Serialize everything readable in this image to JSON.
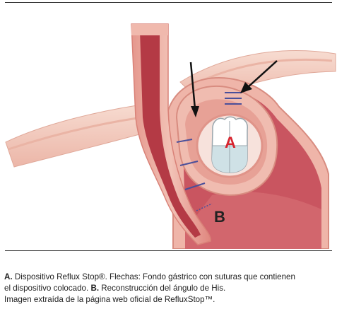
{
  "figure": {
    "label_a": "A",
    "label_b": "B",
    "colors": {
      "tissue_light": "#f4cfc3",
      "tissue_mid": "#e39a8f",
      "tissue_dark": "#c9565f",
      "lumen": "#b43a45",
      "arrow": "#111111",
      "suture": "#4a4f9a",
      "label_a": "#d7242e",
      "label_b": "#222222"
    }
  },
  "caption": {
    "line1_bold_a": "A.",
    "line1_text": " Dispositivo Reflux Stop®. Flechas: Fondo gástrico con suturas que contienen",
    "line2_text": "el dispositivo colocado. ",
    "line2_bold_b": "B.",
    "line2_tail": " Reconstrucción del ángulo de His.",
    "line3_text": "Imagen extraída de la página web oficial de RefluxStop™."
  }
}
